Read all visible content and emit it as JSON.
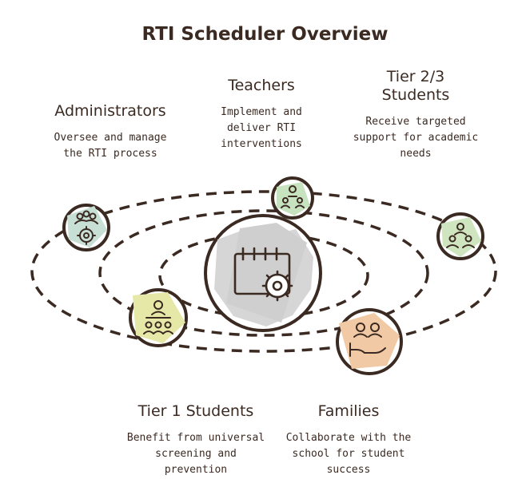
{
  "title": "RTI Scheduler Overview",
  "nodes": {
    "administrators": {
      "label": "Administrators",
      "description": [
        "Oversee and manage",
        "the RTI process"
      ],
      "icon": "team-gear-icon",
      "color": "#c8dfd6"
    },
    "teachers": {
      "label": "Teachers",
      "description": [
        "Implement and",
        "deliver RTI",
        "interventions"
      ],
      "icon": "teacher-class-icon",
      "color": "#c6e2bf"
    },
    "tier23": {
      "label": [
        "Tier 2/3",
        "Students"
      ],
      "description": [
        "Receive targeted",
        "support for academic",
        "needs"
      ],
      "icon": "small-group-icon",
      "color": "#cfe5c0"
    },
    "tier1": {
      "label": "Tier 1 Students",
      "description": [
        "Benefit from universal",
        "screening and",
        "prevention"
      ],
      "icon": "classroom-group-icon",
      "color": "#e6e8a8"
    },
    "families": {
      "label": "Families",
      "description": [
        "Collaborate with the",
        "school for student",
        "success"
      ],
      "icon": "family-hand-icon",
      "color": "#f2c9a5"
    }
  },
  "center": {
    "icon": "calendar-gear-icon",
    "color": "#d6d6d6"
  }
}
